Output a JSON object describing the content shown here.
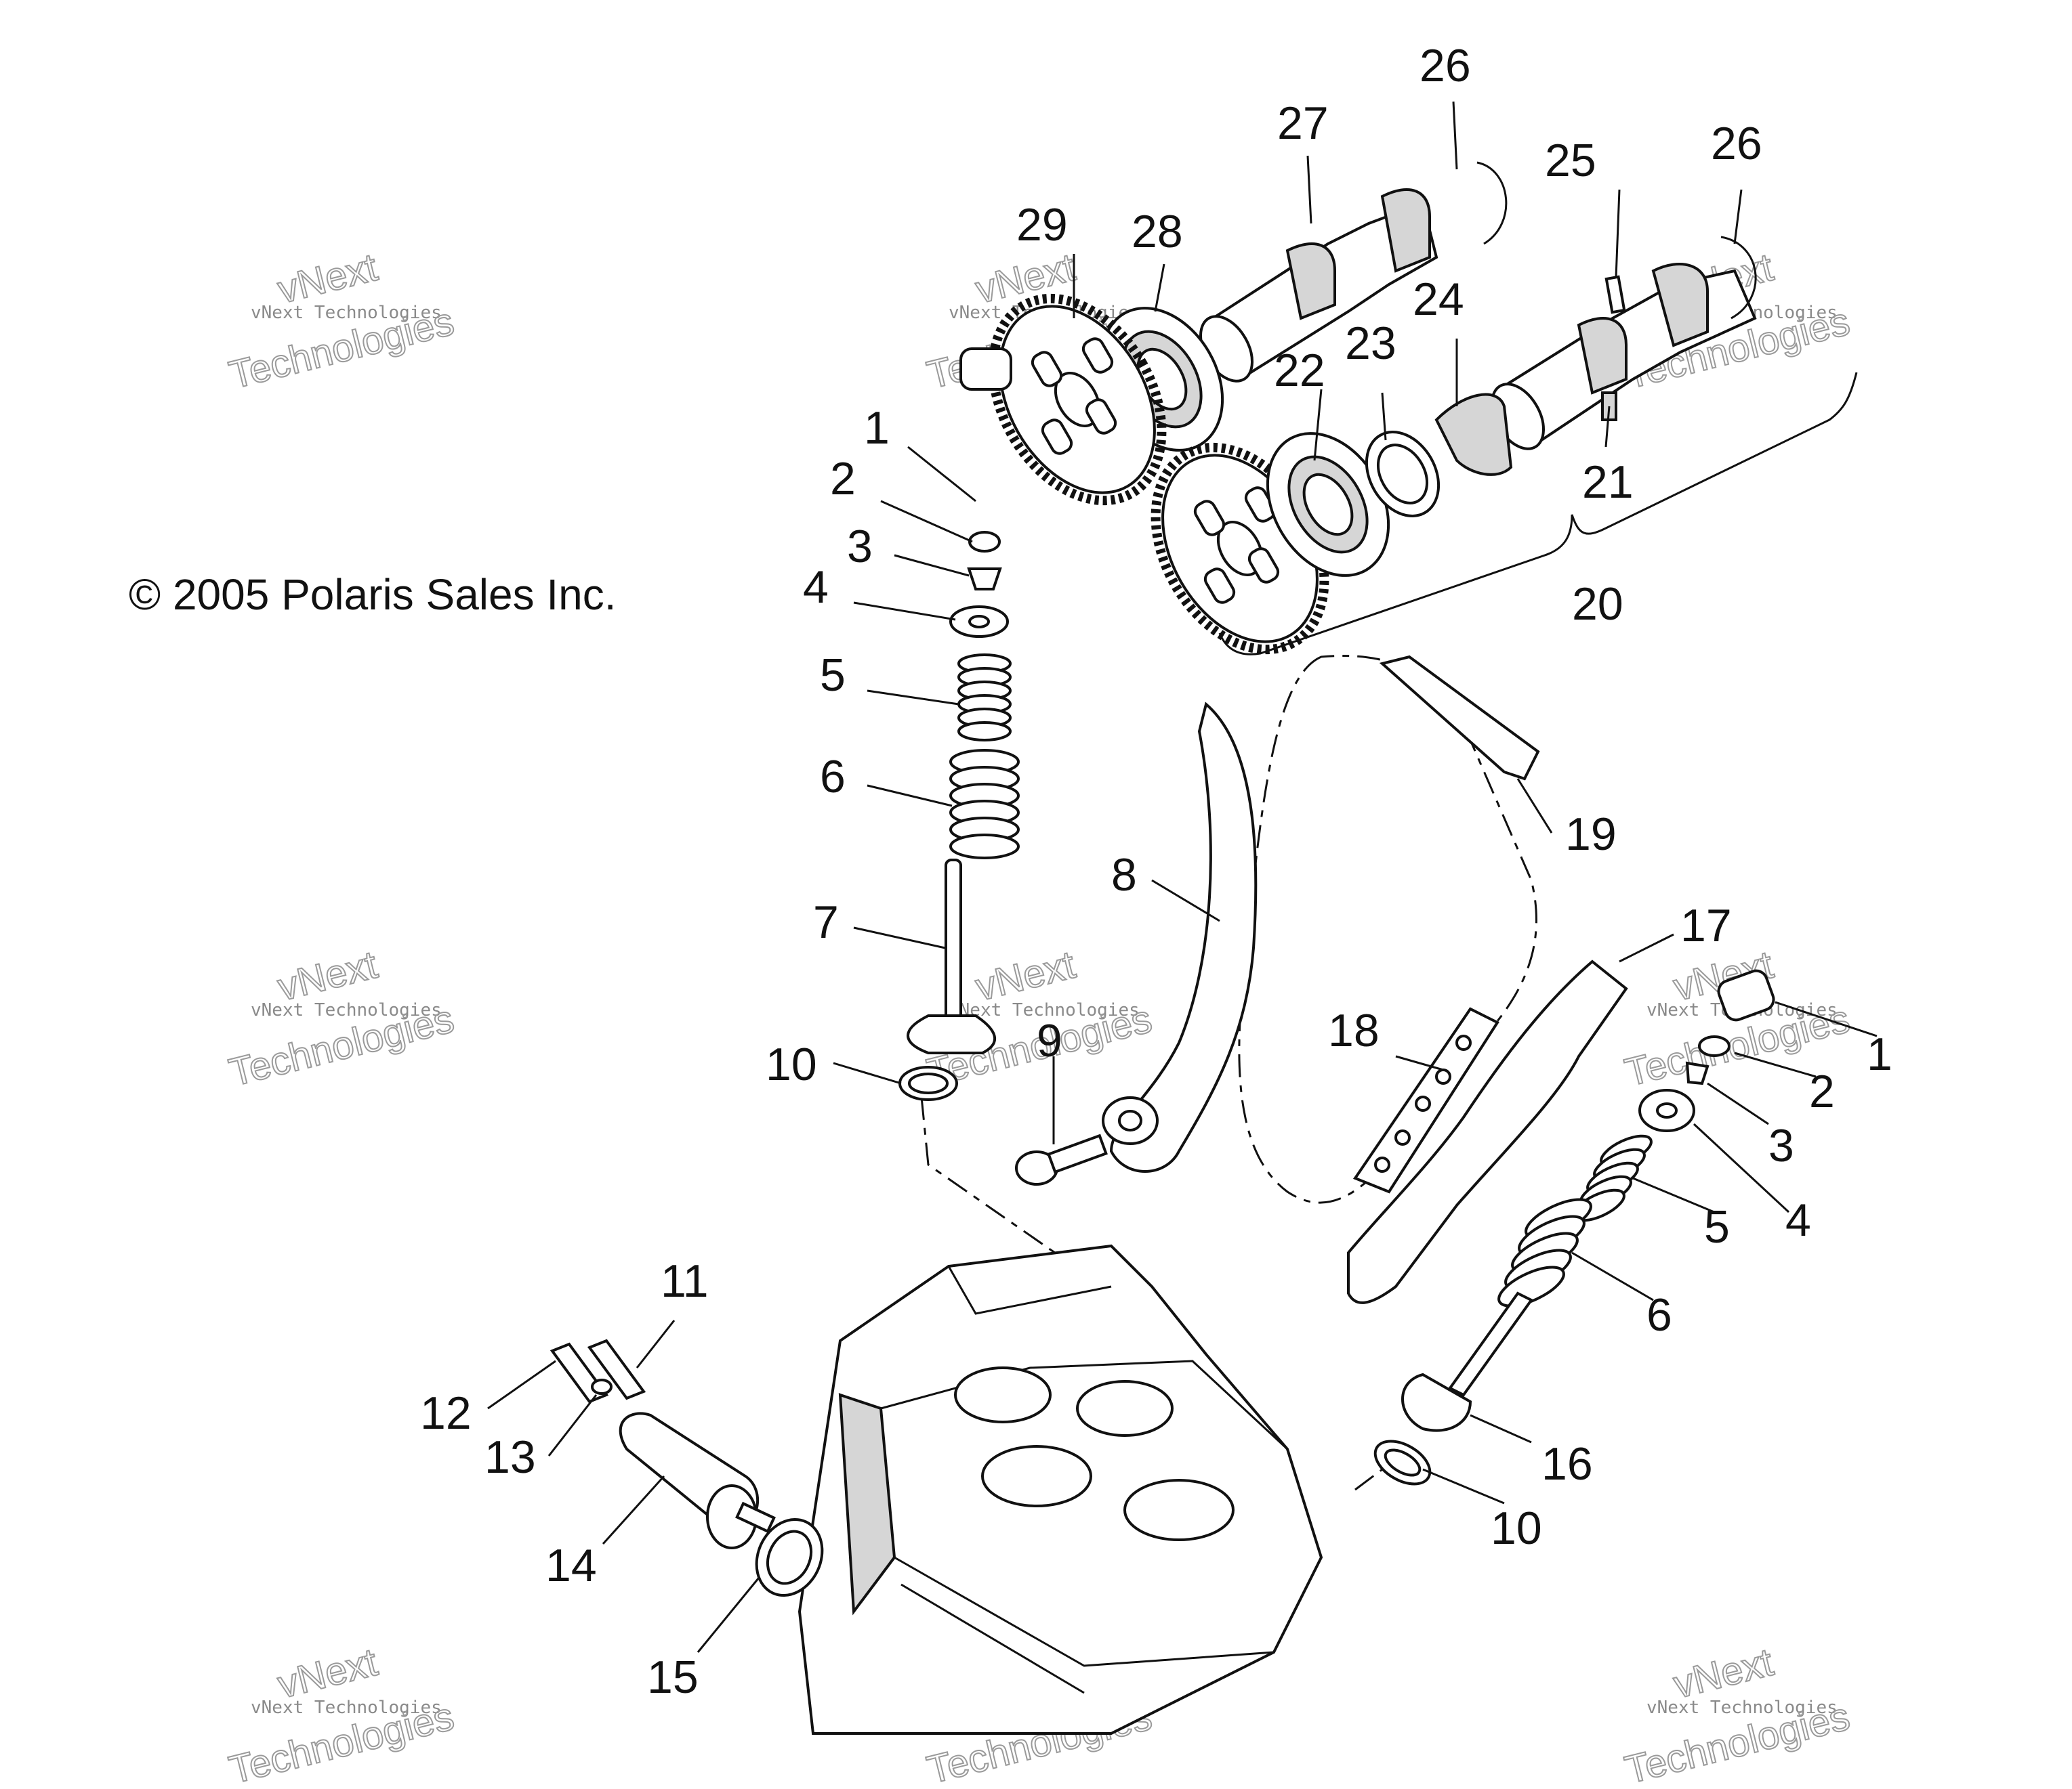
{
  "copyright": "© 2005 Polaris Sales Inc.",
  "watermark": {
    "line1": "vNext Technologies",
    "line2": "vNext",
    "line3": "Technologies"
  },
  "callouts": {
    "c1a": "1",
    "c2a": "2",
    "c3a": "3",
    "c4a": "4",
    "c5a": "5",
    "c6a": "6",
    "c7": "7",
    "c8": "8",
    "c9": "9",
    "c10a": "10",
    "c11": "11",
    "c12": "12",
    "c13": "13",
    "c14": "14",
    "c15": "15",
    "c16": "16",
    "c17": "17",
    "c18": "18",
    "c19": "19",
    "c20": "20",
    "c21": "21",
    "c22": "22",
    "c23": "23",
    "c24": "24",
    "c25": "25",
    "c26a": "26",
    "c26b": "26",
    "c27": "27",
    "c28": "28",
    "c29": "29",
    "c1b": "1",
    "c2b": "2",
    "c3b": "3",
    "c4b": "4",
    "c5b": "5",
    "c6b": "6",
    "c10b": "10"
  },
  "colors": {
    "ink": "#111111",
    "watermark": "#8a8a8a",
    "background": "#ffffff"
  }
}
